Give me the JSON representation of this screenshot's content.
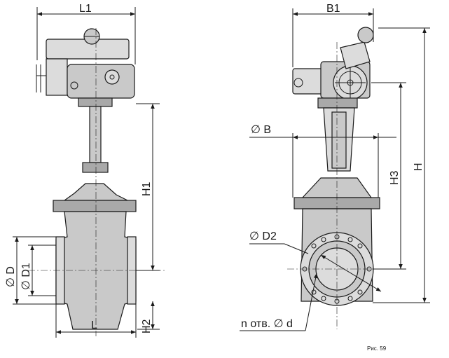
{
  "labels": {
    "L1": "L1",
    "B1": "B1",
    "H1": "H1",
    "H2": "H2",
    "H3": "H3",
    "H": "H",
    "L": "L",
    "D": "∅ D",
    "D1": "∅ D1",
    "B": "∅ B",
    "D2": "∅ D2",
    "holes": "n отв. ∅ d",
    "figure": "Рис. 59"
  }
}
